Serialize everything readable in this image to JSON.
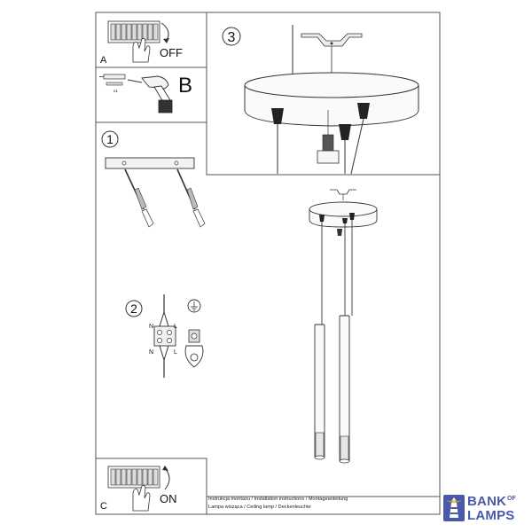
{
  "steps": {
    "a": {
      "letter": "A",
      "word": "OFF"
    },
    "b": {
      "letter": "B",
      "tag": "x1"
    },
    "one": {
      "number": "1"
    },
    "two": {
      "number": "2",
      "terminal_left": "N",
      "terminal_right": "L"
    },
    "three": {
      "number": "3"
    },
    "c": {
      "letter": "C",
      "word": "ON"
    }
  },
  "footer": {
    "line1": "Instrukcja montażu / Installation instructions / Montageanleitung",
    "line2": "Lampa wisząca / Ceiling lamp / Deckenleuchte"
  },
  "brand": {
    "word1": "BANK",
    "of": "OF",
    "word2": "LAMPS",
    "color": "#4a5aa8"
  },
  "colors": {
    "line": "#333333",
    "frame": "#555555",
    "fill_grey": "#e6e6e6",
    "dark": "#222222"
  }
}
